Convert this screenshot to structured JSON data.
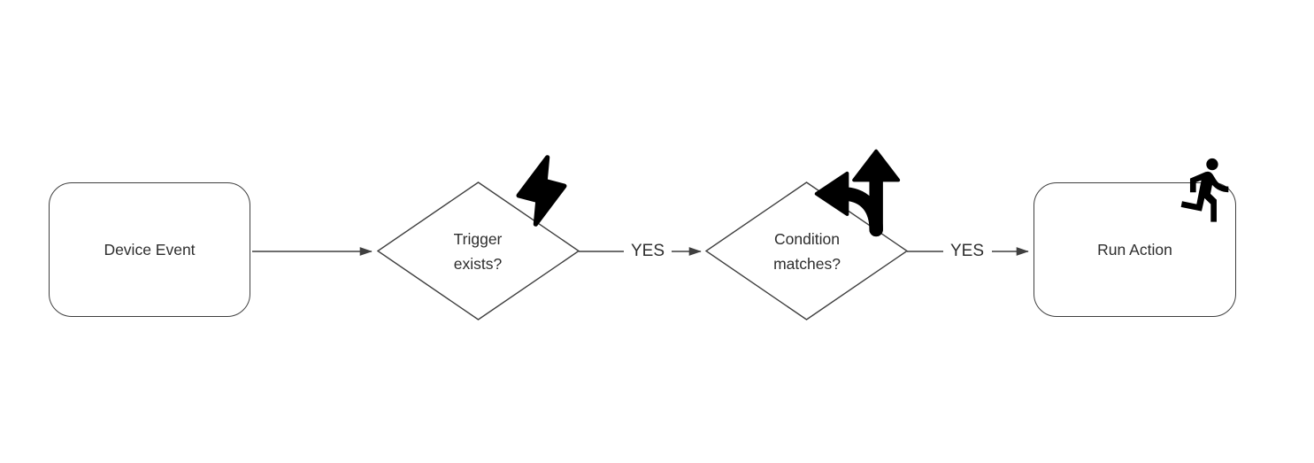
{
  "diagram": {
    "background": "#ffffff",
    "line_color": "#3f3f3f",
    "icon_color": "#000000",
    "nodes": [
      {
        "id": "device-event",
        "shape": "rounded-rectangle",
        "label": "Device Event",
        "icon": ""
      },
      {
        "id": "trigger-exists",
        "shape": "diamond",
        "label": "Trigger exists?",
        "icon": "bolt-icon"
      },
      {
        "id": "condition-matches",
        "shape": "diamond",
        "label": "Condition matches?",
        "icon": "route-icon"
      },
      {
        "id": "run-action",
        "shape": "rounded-rectangle",
        "label": "Run Action",
        "icon": "runner-icon"
      }
    ],
    "edges": [
      {
        "from": "device-event",
        "to": "trigger-exists",
        "label": ""
      },
      {
        "from": "trigger-exists",
        "to": "condition-matches",
        "label": "YES"
      },
      {
        "from": "condition-matches",
        "to": "run-action",
        "label": "YES"
      }
    ]
  }
}
